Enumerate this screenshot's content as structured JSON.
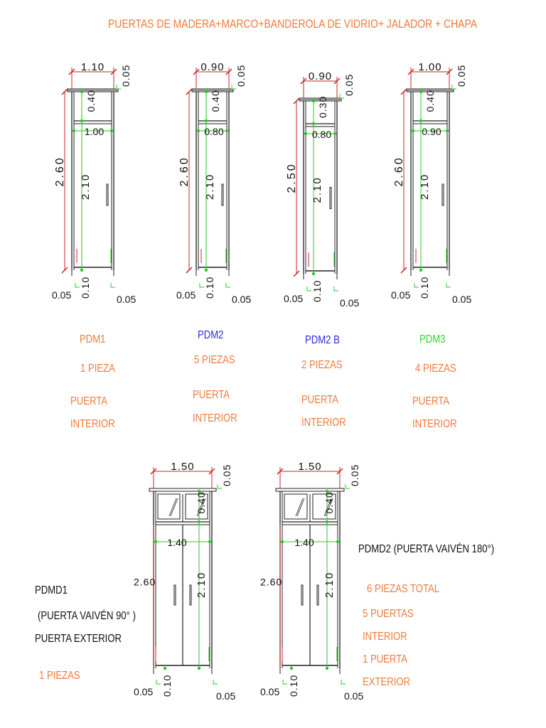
{
  "title": "PUERTAS DE MADERA+MARCO+BANDEROLA DE VIDRIO+ JALADOR + CHAPA",
  "colors": {
    "orange": "#f07a3c",
    "blue": "#2a2ae0",
    "green": "#2bd62b",
    "black": "#111111",
    "dim_green": "#22cc22",
    "dim_red": "#cc2222"
  },
  "doors": [
    {
      "code": "PDM1",
      "code_color": "orange",
      "pieces": "1 PIEZA",
      "type_line1": "PUERTA",
      "type_line2": "INTERIOR",
      "dims": {
        "width_total": "1.10",
        "top": "0.05",
        "transom": "0.40",
        "leaf_width": "1.00",
        "height_total": "2.60",
        "leaf_height": "2.10",
        "bottom": "0.10",
        "side_left": "0.05",
        "side_right": "0.05"
      }
    },
    {
      "code": "PDM2",
      "code_color": "blue",
      "pieces": "5 PIEZAS",
      "type_line1": "PUERTA",
      "type_line2": "INTERIOR",
      "dims": {
        "width_total": "0.90",
        "top": "0.05",
        "transom": "0.40",
        "leaf_width": "0.80",
        "height_total": "2.60",
        "leaf_height": "2.10",
        "bottom": "0.10",
        "side_left": "0.05",
        "side_right": "0.05"
      }
    },
    {
      "code": "PDM2 B",
      "code_color": "blue",
      "pieces": "2 PIEZAS",
      "type_line1": "PUERTA",
      "type_line2": "INTERIOR",
      "dims": {
        "width_total": "0.90",
        "top": "0.05",
        "transom": "0.30",
        "leaf_width": "0.80",
        "height_total": "2.50",
        "leaf_height": "2.10",
        "bottom": "0.10",
        "side_left": "0.05",
        "side_right": "0.05"
      }
    },
    {
      "code": "PDM3",
      "code_color": "green",
      "pieces": "4 PIEZAS",
      "type_line1": "PUERTA",
      "type_line2": "INTERIOR",
      "dims": {
        "width_total": "1.00",
        "top": "0.05",
        "transom": "0.40",
        "leaf_width": "0.90",
        "height_total": "2.60",
        "leaf_height": "2.10",
        "bottom": "0.10",
        "side_left": "0.05",
        "side_right": "0.05"
      }
    }
  ],
  "double_doors": [
    {
      "dims": {
        "width_total": "1.50",
        "top": "0.05",
        "transom": "0.40",
        "leaf_width": "1.40",
        "height_total": "2.60",
        "leaf_height": "2.10",
        "bottom": "0.10",
        "side_left": "0.05",
        "side_right": "0.05"
      }
    },
    {
      "dims": {
        "width_total": "1.50",
        "top": "0.05",
        "transom": "0.40",
        "leaf_width": "1.40",
        "height_total": "2.60",
        "leaf_height": "2.10",
        "bottom": "0.10",
        "side_left": "0.05",
        "side_right": "0.05"
      }
    }
  ],
  "pdmd1": {
    "code": "PDMD1",
    "subtitle": "(PUERTA VAIVÉN 90° )",
    "type": "PUERTA EXTERIOR",
    "pieces": "1 PIEZAS"
  },
  "pdmd2": {
    "code": "PDMD2 (PUERTA VAIVÉN 180°)",
    "total": "6 PIEZAS TOTAL",
    "line1": "5 PUERTAS",
    "line2": "INTERIOR",
    "line3": "1 PUERTA",
    "line4": "EXTERIOR"
  }
}
